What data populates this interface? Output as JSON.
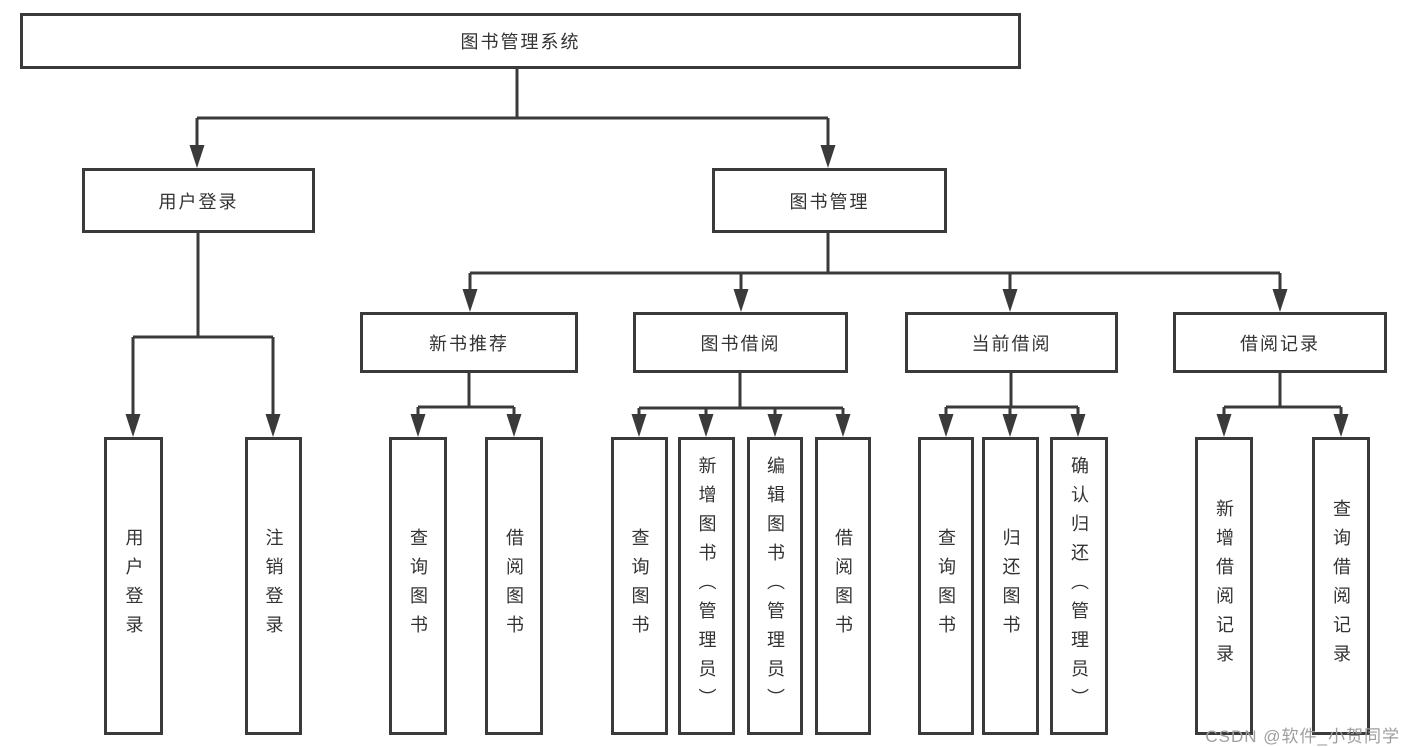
{
  "tree": {
    "root": "图书管理系统",
    "children": [
      {
        "label": "用户登录",
        "children": [
          "用户登录",
          "注销登录"
        ]
      },
      {
        "label": "图书管理",
        "children": [
          {
            "label": "新书推荐",
            "children": [
              "查询图书",
              "借阅图书"
            ]
          },
          {
            "label": "图书借阅",
            "children": [
              "查询图书",
              "新增图书（管理员）",
              "编辑图书（管理员）",
              "借阅图书"
            ]
          },
          {
            "label": "当前借阅",
            "children": [
              "查询图书",
              "归还图书",
              "确认归还（管理员）"
            ]
          },
          {
            "label": "借阅记录",
            "children": [
              "新增借阅记录",
              "查询借阅记录"
            ]
          }
        ]
      }
    ]
  },
  "watermark": "CSDN @软件_小贺同学",
  "colors": {
    "line": "#3a3a3a",
    "text": "#333333",
    "background": "#ffffff",
    "watermark": "#9e9e9e"
  }
}
